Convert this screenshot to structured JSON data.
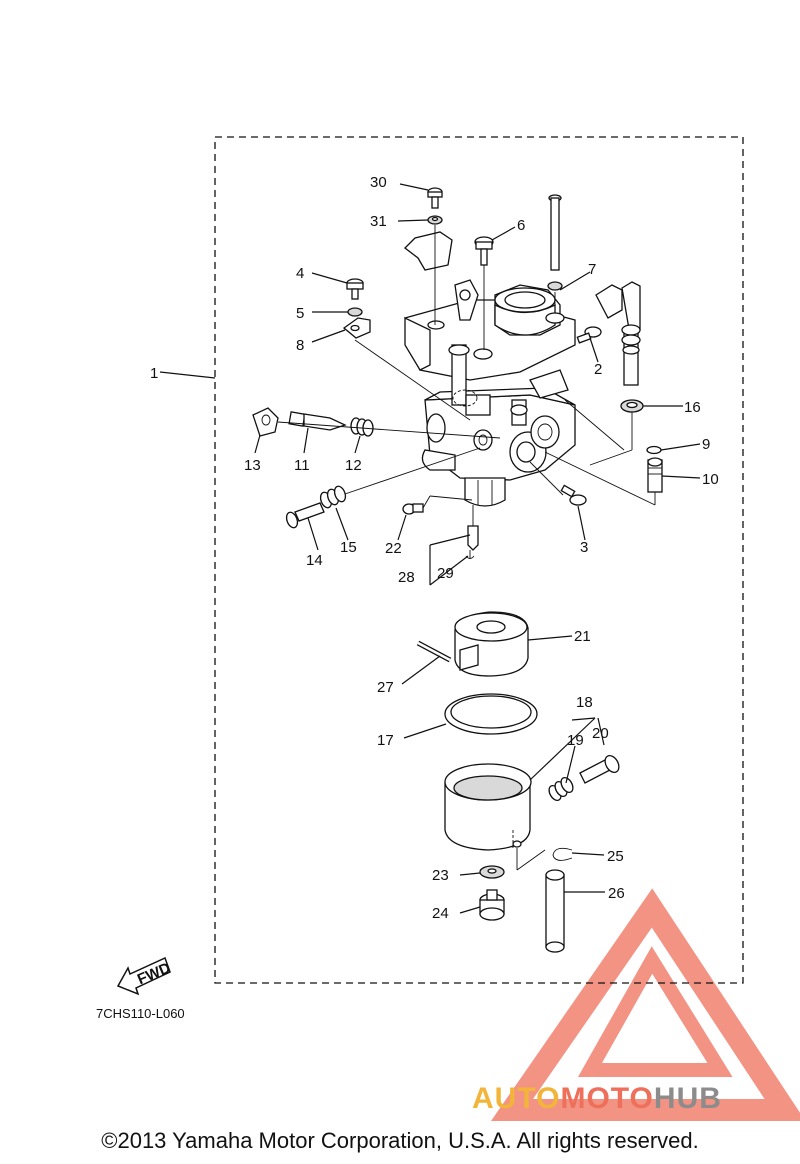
{
  "diagram": {
    "part_labels": [
      "1",
      "2",
      "3",
      "4",
      "5",
      "6",
      "7",
      "8",
      "9",
      "10",
      "11",
      "12",
      "13",
      "14",
      "15",
      "16",
      "17",
      "18",
      "19",
      "20",
      "21",
      "22",
      "23",
      "24",
      "25",
      "26",
      "27",
      "28",
      "29",
      "30",
      "31"
    ],
    "fwd_label": "FWD",
    "drawing_code": "7CHS110-L060",
    "copyright": "©2013 Yamaha Motor Corporation, U.S.A. All rights reserved."
  },
  "watermark": {
    "part1": "AUTO",
    "part2": "MOTO",
    "part3": "HUB",
    "colors": {
      "auto": "#f2b53a",
      "moto": "#ee6f5a",
      "hub": "#8c8c8c",
      "triangle": "#ee6f5a"
    }
  }
}
